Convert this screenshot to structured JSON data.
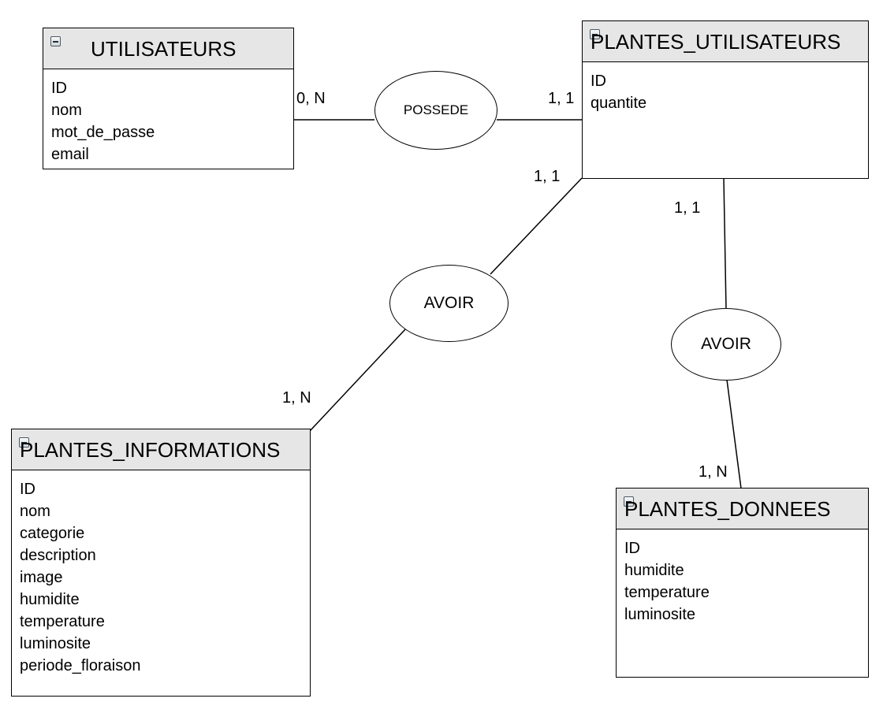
{
  "entities": {
    "utilisateurs": {
      "name": "UTILISATEURS",
      "attributes": [
        "ID",
        "nom",
        "mot_de_passe",
        "email"
      ]
    },
    "plantes_utilisateurs": {
      "name": "PLANTES_UTILISATEURS",
      "attributes": [
        "ID",
        "quantite"
      ]
    },
    "plantes_informations": {
      "name": "PLANTES_INFORMATIONS",
      "attributes": [
        "ID",
        "nom",
        "categorie",
        "description",
        "image",
        "humidite",
        "temperature",
        "luminosite",
        "periode_floraison"
      ]
    },
    "plantes_donnees": {
      "name": "PLANTES_DONNEES",
      "attributes": [
        "ID",
        "humidite",
        "temperature",
        "luminosite"
      ]
    }
  },
  "relations": {
    "possede": "POSSEDE",
    "avoir_informations": "AVOIR",
    "avoir_donnees": "AVOIR"
  },
  "cardinalities": {
    "utilisateurs_possede": "0, N",
    "plantes_utilisateurs_possede": "1, 1",
    "plantes_utilisateurs_avoir_informations": "1, 1",
    "plantes_informations_avoir": "1, N",
    "plantes_utilisateurs_avoir_donnees": "1, 1",
    "plantes_donnees_avoir": "1, N"
  }
}
